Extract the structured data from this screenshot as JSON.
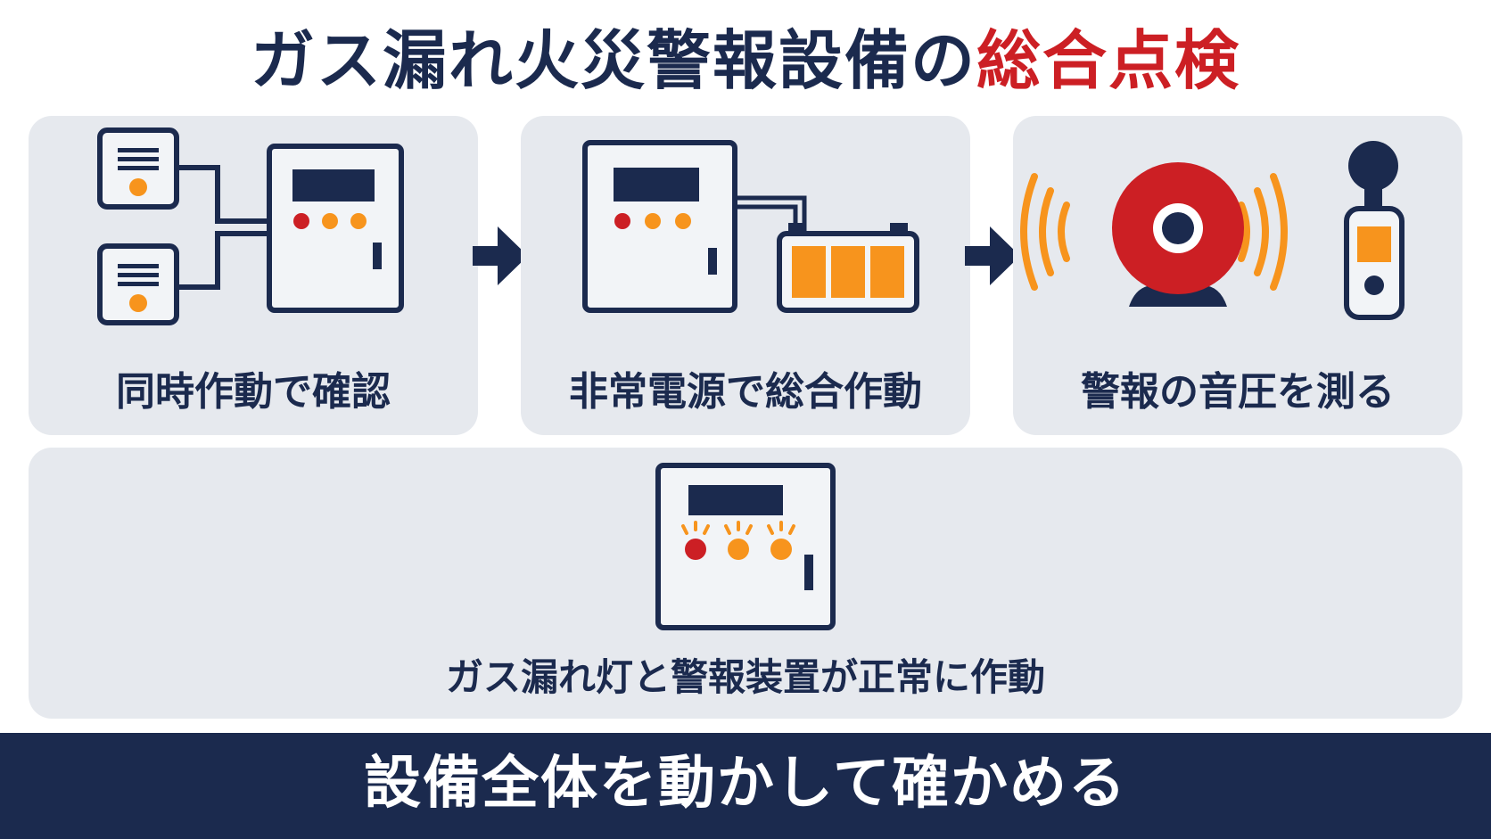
{
  "title": {
    "main": "ガス漏れ火災警報設備の",
    "accent": "総合点検"
  },
  "steps": [
    {
      "label": "同時作動で確認",
      "icon": "detectors-to-panel-icon"
    },
    {
      "label": "非常電源で総合作動",
      "icon": "panel-with-battery-icon"
    },
    {
      "label": "警報の音圧を測る",
      "icon": "alarm-bell-and-sound-meter-icon"
    }
  ],
  "result": {
    "label": "ガス漏れ灯と警報装置が正常に作動",
    "icon": "panel-lamps-lit-icon"
  },
  "footer": {
    "text": "設備全体を動かして確かめる"
  },
  "colors": {
    "navy": "#1b2a4e",
    "red": "#cc1f24",
    "orange": "#f7941d",
    "panel_bg": "#e6e9ee",
    "device_fill": "#f2f4f7"
  }
}
